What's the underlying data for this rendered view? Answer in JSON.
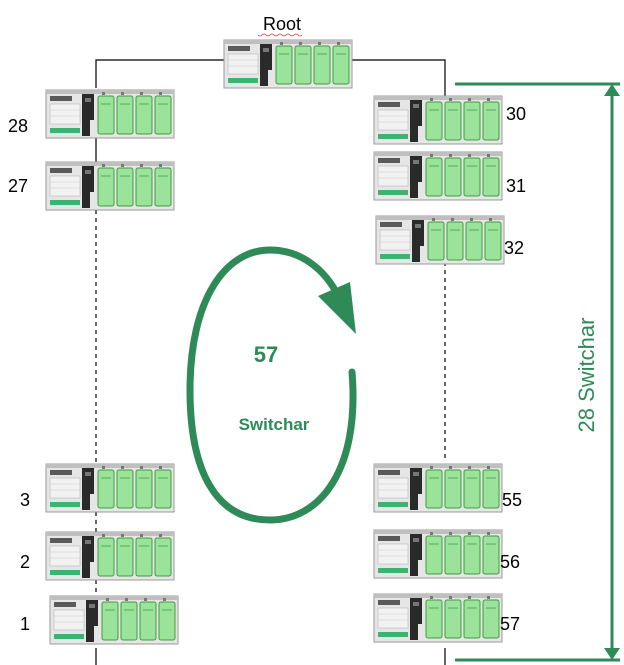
{
  "root": {
    "label": "Root"
  },
  "left_column": {
    "top": [
      {
        "label": "28"
      },
      {
        "label": "27"
      }
    ],
    "bottom": [
      {
        "label": "3"
      },
      {
        "label": "2"
      },
      {
        "label": "1"
      }
    ]
  },
  "right_column": {
    "top": [
      {
        "label": "30"
      },
      {
        "label": "31"
      },
      {
        "label": "32"
      }
    ],
    "bottom": [
      {
        "label": "55"
      },
      {
        "label": "56"
      },
      {
        "label": "57"
      }
    ]
  },
  "loop": {
    "count": "57",
    "caption": "Switchar"
  },
  "span": {
    "label": "28 Switchar"
  },
  "colors": {
    "accent": "#2e8b57",
    "module_green": "#8fd68f",
    "module_body": "#d8d8d8",
    "cpu_dark": "#2a2a2a"
  }
}
